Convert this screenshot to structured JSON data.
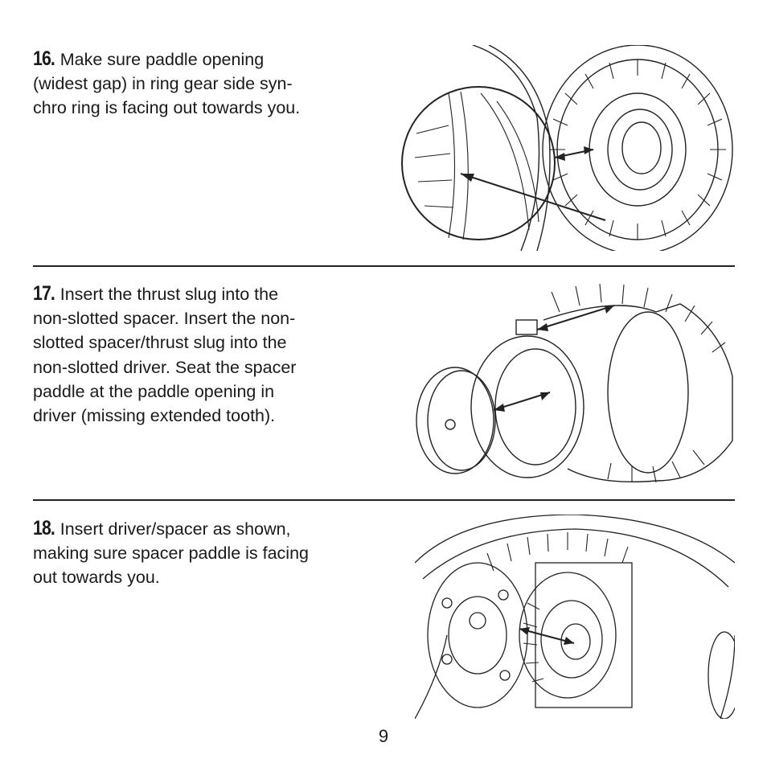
{
  "steps": [
    {
      "number": "16.",
      "lines": [
        "Make sure paddle opening",
        "(widest gap) in ring gear side syn-",
        "chro ring is facing out towards you."
      ]
    },
    {
      "number": "17.",
      "lines": [
        "Insert the thrust slug into the",
        "non-slotted spacer.  Insert the non-",
        "slotted spacer/thrust slug into the",
        "non-slotted driver.  Seat the spacer",
        "paddle at the paddle opening in",
        "driver (missing extended tooth)."
      ]
    },
    {
      "number": "18.",
      "lines": [
        "Insert driver/spacer as shown,",
        "making sure spacer paddle is facing",
        "out towards you."
      ]
    }
  ],
  "page_number": "9"
}
